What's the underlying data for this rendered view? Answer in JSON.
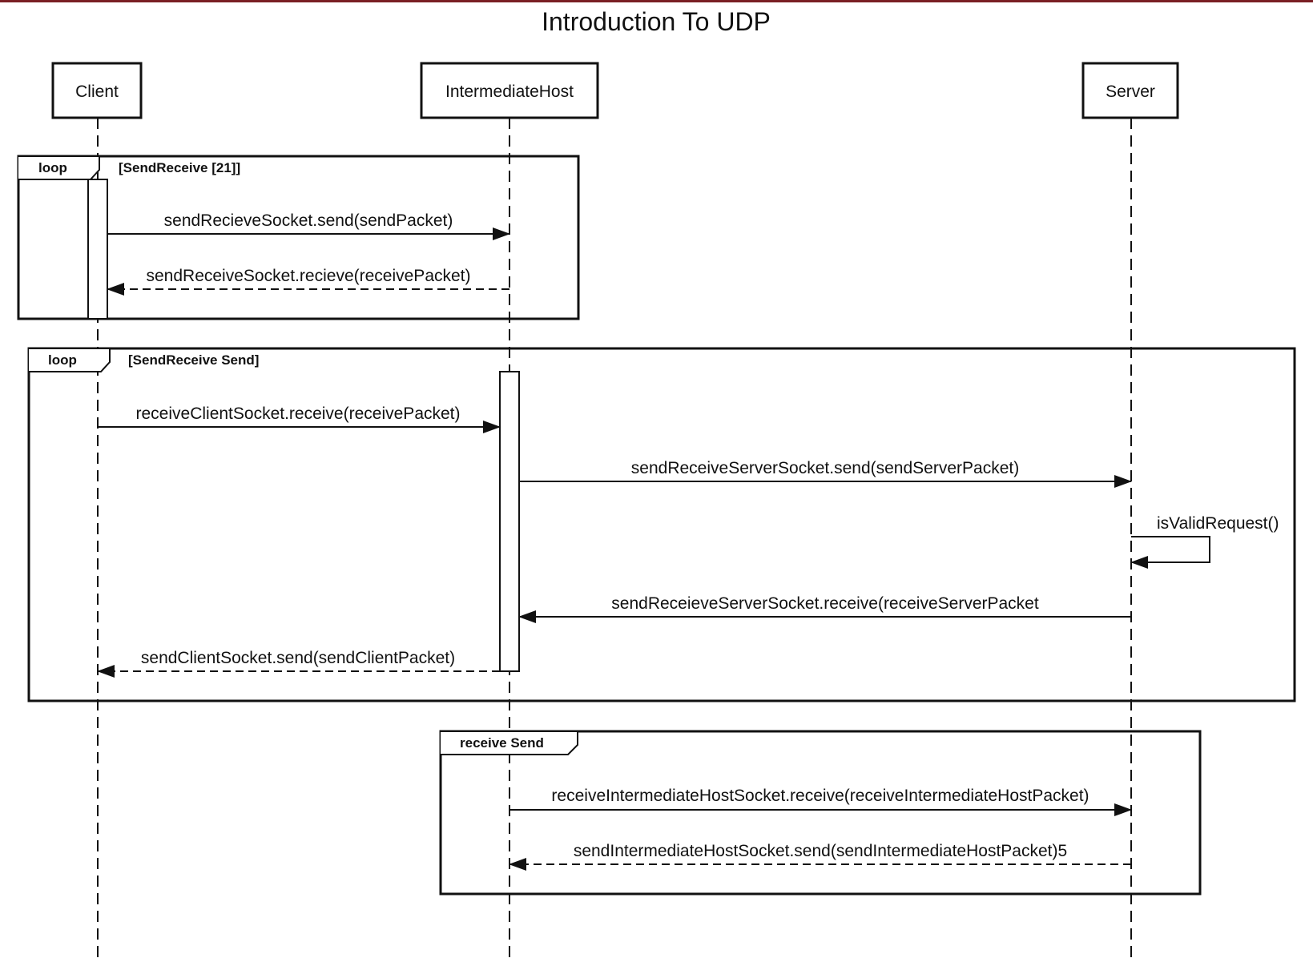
{
  "diagram": {
    "title": "Introduction To UDP",
    "participants": [
      {
        "id": "client",
        "label": "Client"
      },
      {
        "id": "host",
        "label": "IntermediateHost"
      },
      {
        "id": "server",
        "label": "Server"
      }
    ],
    "fragments": [
      {
        "operator": "loop",
        "guard": "[SendReceive [21]]"
      },
      {
        "operator": "loop",
        "guard": "[SendReceive Send]"
      },
      {
        "operator": "receive Send",
        "guard": ""
      }
    ],
    "messages": [
      {
        "label": "sendRecieveSocket.send(sendPacket)",
        "from": "client",
        "to": "host",
        "style": "solid"
      },
      {
        "label": "sendReceiveSocket.recieve(receivePacket)",
        "from": "host",
        "to": "client",
        "style": "dashed"
      },
      {
        "label": "receiveClientSocket.receive(receivePacket)",
        "from": "client",
        "to": "host",
        "style": "solid"
      },
      {
        "label": "sendReceiveServerSocket.send(sendServerPacket)",
        "from": "host",
        "to": "server",
        "style": "solid"
      },
      {
        "label": "isValidRequest()",
        "from": "server",
        "to": "server",
        "style": "solid"
      },
      {
        "label": "sendReceieveServerSocket.receive(receiveServerPacket",
        "from": "server",
        "to": "host",
        "style": "solid"
      },
      {
        "label": "sendClientSocket.send(sendClientPacket)",
        "from": "host",
        "to": "client",
        "style": "dashed"
      },
      {
        "label": "receiveIntermediateHostSocket.receive(receiveIntermediateHostPacket)",
        "from": "host",
        "to": "server",
        "style": "solid"
      },
      {
        "label": "sendIntermediateHostSocket.send(sendIntermediateHostPacket)5",
        "from": "server",
        "to": "host",
        "style": "dashed"
      }
    ]
  }
}
